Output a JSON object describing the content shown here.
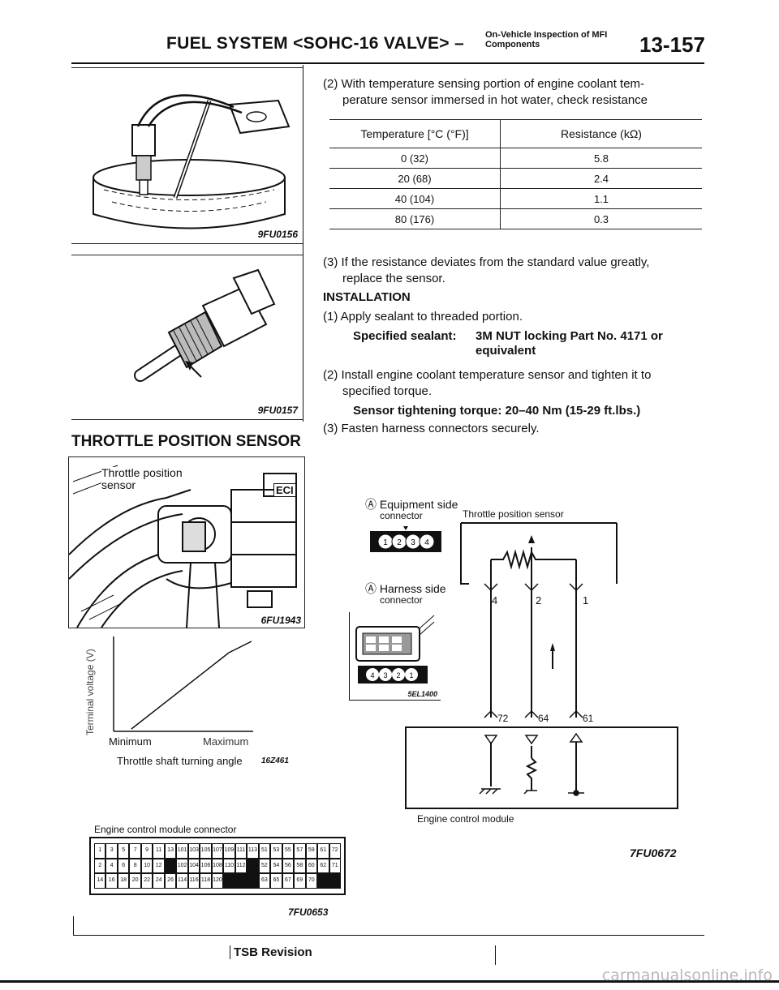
{
  "header": {
    "title": "FUEL SYSTEM <SOHC-16 VALVE> –",
    "subtitle_line1": "On-Vehicle Inspection of MFI",
    "subtitle_line2": "Components",
    "page_number": "13-157"
  },
  "figures": {
    "fig1_code": "9FU0156",
    "fig2_code": "9FU0157",
    "fig3_code": "6FU1943",
    "fig3_label_line1": "Throttle position",
    "fig3_label_line2": "sensor",
    "fig3_label_eci": "ECI",
    "graph_ylabel": "Terminal voltage (V)",
    "graph_min": "Minimum",
    "graph_max": "Maximum",
    "graph_xlabel": "Throttle shaft turning angle",
    "graph_code": "16Z461",
    "ecm_connector_title": "Engine control module connector",
    "ecm_connector_code": "7FU0653",
    "circuit_code": "7FU0672",
    "equipment_side_1": "Ⓐ Equipment side",
    "equipment_side_2": "connector",
    "throttle_sensor_label": "Throttle position sensor",
    "harness_side_1": "Ⓐ Harness side",
    "harness_side_2": "connector",
    "harness_code": "5EL1400",
    "ecm_label": "Engine control module",
    "pin_4": "4",
    "pin_2": "2",
    "pin_1": "1",
    "term_72": "72",
    "term_64": "64",
    "term_61": "61"
  },
  "section_title": "THROTTLE POSITION SENSOR",
  "step2": {
    "line1": "(2) With temperature sensing portion of engine coolant tem-",
    "line2": "perature sensor immersed in hot water, check resistance"
  },
  "table": {
    "col1": "Temperature [°C (°F)]",
    "col2": "Resistance (kΩ)",
    "rows": [
      {
        "temp": "0 (32)",
        "res": "5.8"
      },
      {
        "temp": "20 (68)",
        "res": "2.4"
      },
      {
        "temp": "40 (104)",
        "res": "1.1"
      },
      {
        "temp": "80 (176)",
        "res": "0.3"
      }
    ]
  },
  "step3": {
    "line1": "(3) If the resistance deviates from the standard value greatly,",
    "line2": "replace the sensor."
  },
  "installation": {
    "title": "INSTALLATION",
    "s1": "(1) Apply sealant to threaded portion.",
    "sealant_label": "Specified sealant:",
    "sealant_value1": "3M NUT locking Part No. 4171 or",
    "sealant_value2": "equivalent",
    "s2_line1": "(2) Install engine coolant temperature sensor and tighten it to",
    "s2_line2": "specified torque.",
    "torque_label": "Sensor tightening torque:",
    "torque_value": "20–40 Nm (15-29 ft.lbs.)",
    "s3": "(3) Fasten harness connectors securely."
  },
  "ecm_pins": {
    "row1": [
      "1",
      "3",
      "5",
      "7",
      "9",
      "11",
      "13",
      "101",
      "103",
      "105",
      "107",
      "109",
      "111",
      "113",
      "51",
      "53",
      "55",
      "57",
      "59",
      "61",
      "72"
    ],
    "row2": [
      "2",
      "4",
      "6",
      "8",
      "10",
      "12",
      "",
      "102",
      "104",
      "106",
      "108",
      "110",
      "112",
      "",
      "52",
      "54",
      "56",
      "58",
      "60",
      "62",
      "71"
    ],
    "row3": [
      "14",
      "16",
      "18",
      "20",
      "22",
      "24",
      "26",
      "114",
      "116",
      "118",
      "120",
      "",
      "",
      "",
      "63",
      "65",
      "67",
      "69",
      "70",
      "",
      ""
    ]
  },
  "footer": {
    "tsb": "TSB Revision",
    "watermark": "carmanualsonline.info"
  }
}
